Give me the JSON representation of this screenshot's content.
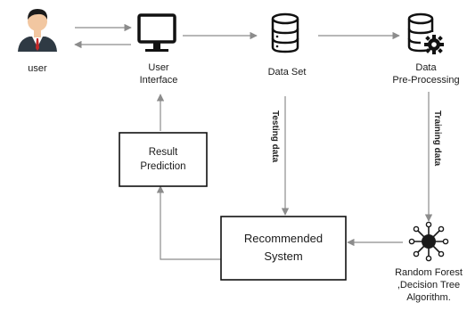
{
  "nodes": {
    "user": {
      "label": "user",
      "icon": "user-icon"
    },
    "ui": {
      "label_line1": "User",
      "label_line2": "Interface",
      "icon": "monitor-icon"
    },
    "dataset": {
      "label": "Data Set",
      "icon": "database-icon"
    },
    "preprocessing": {
      "label_line1": "Data",
      "label_line2": "Pre-Processing",
      "icon": "database-gear-icon"
    },
    "result": {
      "label_line1": "Result",
      "label_line2": "Prediction"
    },
    "recommended": {
      "label_line1": "Recommended",
      "label_line2": "System"
    },
    "algorithm": {
      "label_line1": "Random Forest",
      "label_line2": ",Decision Tree",
      "label_line3": "Algorithm.",
      "icon": "network-hub-icon"
    }
  },
  "edges": {
    "testing_data_label": "Testing data",
    "training_data_label": "Training data"
  },
  "colors": {
    "arrow": "#8c8c8c",
    "box_border": "#111111",
    "text": "#1a1a1a",
    "skin": "#f2c7a1",
    "hair": "#1b1b1b",
    "suit": "#2f3a44",
    "tie": "#c62828",
    "icon_dark": "#1a1a1a"
  }
}
